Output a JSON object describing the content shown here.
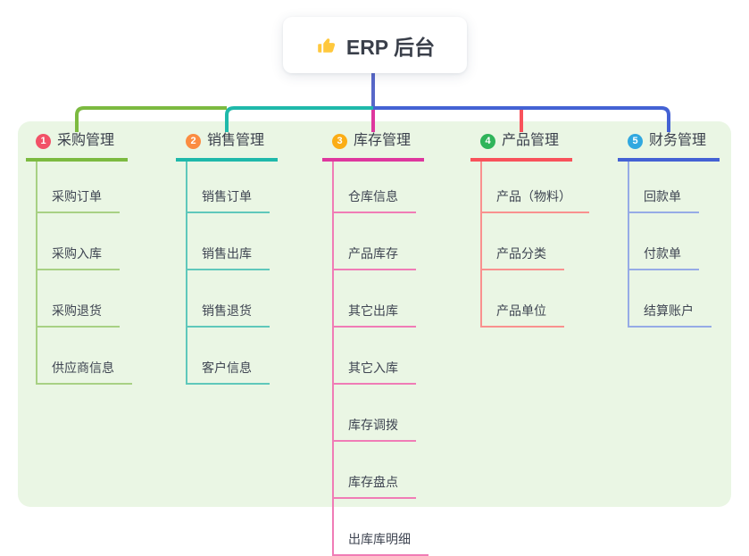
{
  "root": {
    "label": "ERP 后台",
    "icon": "thumbs-up-icon",
    "icon_color": "#FFC83D"
  },
  "canvas": {
    "background": "#FFFFFF",
    "panel_background": "#EAF6E4"
  },
  "connectors": {
    "root_line_color": "#5868C9"
  },
  "branches": [
    {
      "number": "1",
      "label": "采购管理",
      "badge_color": "#F25167",
      "color_main": "#7CBA40",
      "color_light": "#A8D184",
      "children": [
        "采购订单",
        "采购入库",
        "采购退货",
        "供应商信息"
      ]
    },
    {
      "number": "2",
      "label": "销售管理",
      "badge_color": "#FB8C41",
      "color_main": "#1FB9AA",
      "color_light": "#5FC8BB",
      "children": [
        "销售订单",
        "销售出库",
        "销售退货",
        "客户信息"
      ]
    },
    {
      "number": "3",
      "label": "库存管理",
      "badge_color": "#FBAD16",
      "color_main": "#DE379E",
      "color_light": "#F07CB6",
      "children": [
        "仓库信息",
        "产品库存",
        "其它出库",
        "其它入库",
        "库存调拨",
        "库存盘点",
        "出库库明细"
      ]
    },
    {
      "number": "4",
      "label": "产品管理",
      "badge_color": "#2FB45A",
      "color_main": "#F8525B",
      "color_light": "#F9918F",
      "children": [
        "产品（物料）",
        "产品分类",
        "产品单位"
      ]
    },
    {
      "number": "5",
      "label": "财务管理",
      "badge_color": "#31A8E0",
      "color_main": "#4462D4",
      "color_light": "#96ABE6",
      "children": [
        "回款单",
        "付款单",
        "结算账户"
      ]
    }
  ]
}
